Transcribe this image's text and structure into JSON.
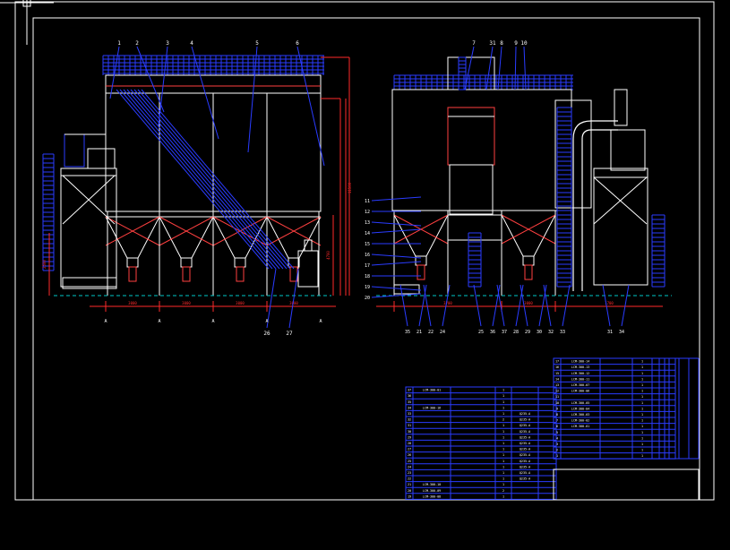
{
  "drawing": {
    "background": "#000000",
    "colors": {
      "frame": "#ffffff",
      "structure": "#ffffff",
      "dimension": "#ff2a2a",
      "ladder": "#2a3cff",
      "leader": "#2a3cff",
      "hopper": "#ff4040",
      "ground": "#00c8c8",
      "label": "#ffffff",
      "table_line": "#2a3cff",
      "table_text": "#ffffff",
      "cursor": "#ffffff"
    },
    "left_view": {
      "callouts_top": [
        "1",
        "2",
        "3",
        "4",
        "5",
        "6"
      ],
      "callouts_bottom": [
        "26",
        "27"
      ],
      "ground_markers": [
        "A",
        "A",
        "A",
        "A",
        "A"
      ],
      "dims": {
        "bottom_segments": [
          "3000",
          "3000",
          "3000",
          "3000"
        ],
        "height_main": "11500",
        "height_side": "4700",
        "height_inlet": "2500"
      }
    },
    "right_view": {
      "callouts_top": [
        "7",
        "31",
        "8",
        "9",
        "10"
      ],
      "callouts_left": [
        "11",
        "12",
        "13",
        "14",
        "15",
        "16",
        "17",
        "18",
        "19",
        "20"
      ],
      "callouts_bottom": [
        "35",
        "21",
        "22",
        "24",
        "25",
        "36",
        "37",
        "28",
        "29",
        "30",
        "32",
        "33",
        "31",
        "34"
      ],
      "dims": {
        "bottom_segments": [
          "3700",
          "3000",
          "1700"
        ]
      }
    },
    "parts_table_left": {
      "rows": [
        [
          "37",
          "LCM-300-01",
          "",
          "1",
          "",
          ""
        ],
        [
          "36",
          "",
          "",
          "1",
          "",
          ""
        ],
        [
          "35",
          "",
          "",
          "1",
          "",
          ""
        ],
        [
          "34",
          "LCM-300-16",
          "",
          "1",
          "",
          ""
        ],
        [
          "33",
          "",
          "",
          "1",
          "Q235-A",
          ""
        ],
        [
          "32",
          "",
          "",
          "2",
          "Q235-A",
          ""
        ],
        [
          "31",
          "",
          "",
          "1",
          "Q235-A",
          ""
        ],
        [
          "30",
          "",
          "",
          "1",
          "Q235-A",
          ""
        ],
        [
          "29",
          "",
          "",
          "1",
          "Q235-A",
          ""
        ],
        [
          "28",
          "",
          "",
          "1",
          "Q235-A",
          ""
        ],
        [
          "27",
          "",
          "",
          "1",
          "Q235-A",
          ""
        ],
        [
          "26",
          "",
          "",
          "1",
          "Q235-A",
          ""
        ],
        [
          "25",
          "",
          "",
          "1",
          "Q235-A",
          ""
        ],
        [
          "24",
          "",
          "",
          "1",
          "Q235-A",
          ""
        ],
        [
          "23",
          "",
          "",
          "1",
          "Q235-A",
          ""
        ],
        [
          "22",
          "",
          "",
          "1",
          "Q235-A",
          ""
        ],
        [
          "21",
          "LCM-300-10",
          "",
          "1",
          "",
          ""
        ],
        [
          "20",
          "LCM-300-09",
          "",
          "2",
          "",
          ""
        ],
        [
          "19",
          "LCM-300-08",
          "",
          "1",
          "",
          ""
        ]
      ]
    },
    "parts_table_right": {
      "rows": [
        [
          "17",
          "LCM-300-14",
          "",
          "1",
          "",
          ""
        ],
        [
          "16",
          "LCM-300-13",
          "",
          "1",
          "",
          ""
        ],
        [
          "15",
          "LCM-300-12",
          "",
          "1",
          "",
          ""
        ],
        [
          "14",
          "LCM-300-11",
          "",
          "1",
          "",
          ""
        ],
        [
          "13",
          "LCM-300-07",
          "",
          "1",
          "",
          ""
        ],
        [
          "12",
          "LCM-300-06",
          "",
          "1",
          "",
          ""
        ],
        [
          "11",
          "",
          "",
          "1",
          "",
          ""
        ],
        [
          "10",
          "LCM-300-05",
          "",
          "1",
          "",
          ""
        ],
        [
          "9",
          "LCM-300-04",
          "",
          "1",
          "",
          ""
        ],
        [
          "8",
          "LCM-300-03",
          "",
          "1",
          "",
          ""
        ],
        [
          "7",
          "LCM-300-02",
          "",
          "1",
          "",
          ""
        ],
        [
          "6",
          "LCM-300-01",
          "",
          "1",
          "",
          ""
        ],
        [
          "5",
          "",
          "",
          "1",
          "",
          ""
        ],
        [
          "4",
          "",
          "",
          "1",
          "",
          ""
        ],
        [
          "3",
          "",
          "",
          "1",
          "",
          ""
        ],
        [
          "2",
          "",
          "",
          "1",
          "",
          ""
        ],
        [
          "1",
          "",
          "",
          "1",
          "",
          ""
        ]
      ],
      "footer": [
        "",
        "",
        "",
        "",
        "",
        "",
        "",
        ""
      ]
    }
  }
}
